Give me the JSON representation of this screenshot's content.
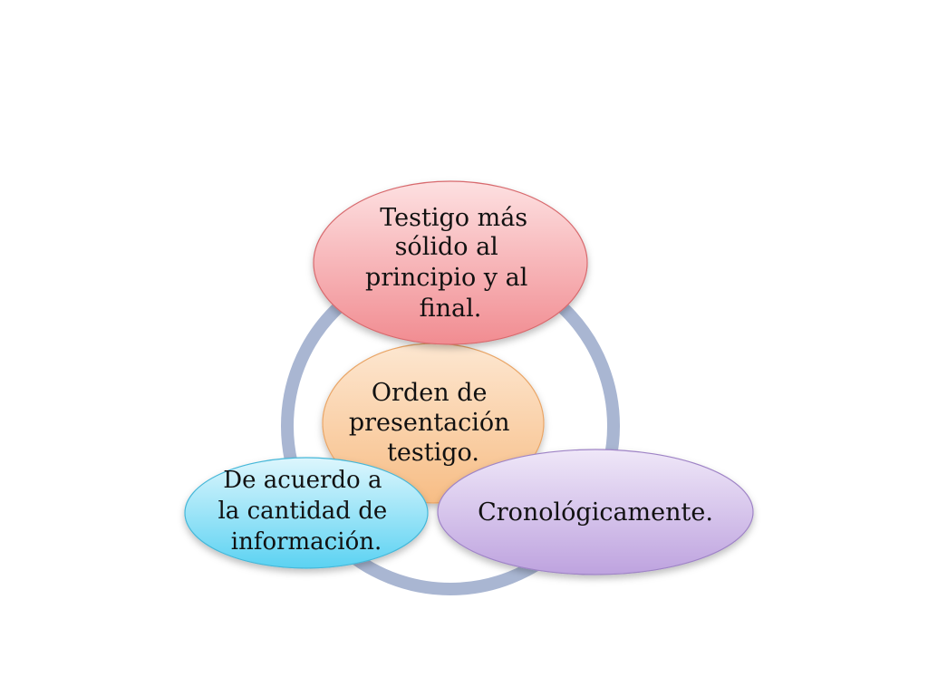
{
  "diagram": {
    "ring_color": "#a9b6d2",
    "center": {
      "lines": [
        "Orden de",
        "presentación",
        "testigo."
      ],
      "fill_top": "#fde7d1",
      "fill_bottom": "#f7bd85",
      "stroke": "#e9a566"
    },
    "top": {
      "lines": [
        "Testigo más",
        "sólido al",
        "principio y al",
        "final."
      ],
      "fill_top": "#fde0e1",
      "fill_bottom": "#f18c91",
      "stroke": "#d86a6e"
    },
    "left": {
      "lines": [
        "De acuerdo a",
        "la cantidad de",
        "información."
      ],
      "fill_top": "#ddf6fd",
      "fill_bottom": "#5bd2f2",
      "stroke": "#45b7d8"
    },
    "right": {
      "lines": [
        "Cronológicamente."
      ],
      "fill_top": "#efe7f8",
      "fill_bottom": "#bea3df",
      "stroke": "#9f84c6"
    }
  }
}
